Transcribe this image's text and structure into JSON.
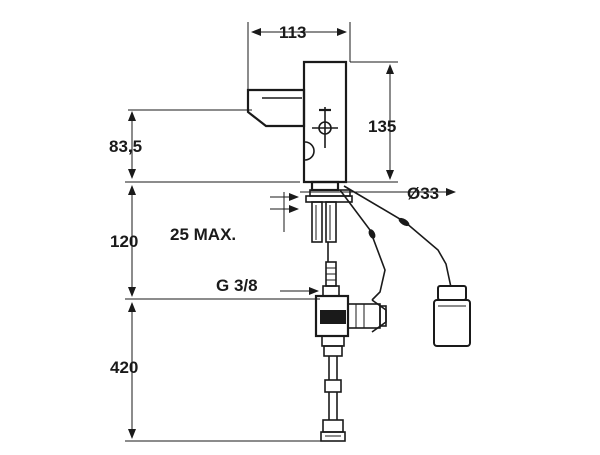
{
  "dimensions": {
    "width_top": "113",
    "height_body": "135",
    "height_upper": "83,5",
    "diameter": "Ø33",
    "max_thickness": "25 MAX.",
    "height_mid": "120",
    "thread": "G 3/8",
    "height_lower": "420"
  }
}
